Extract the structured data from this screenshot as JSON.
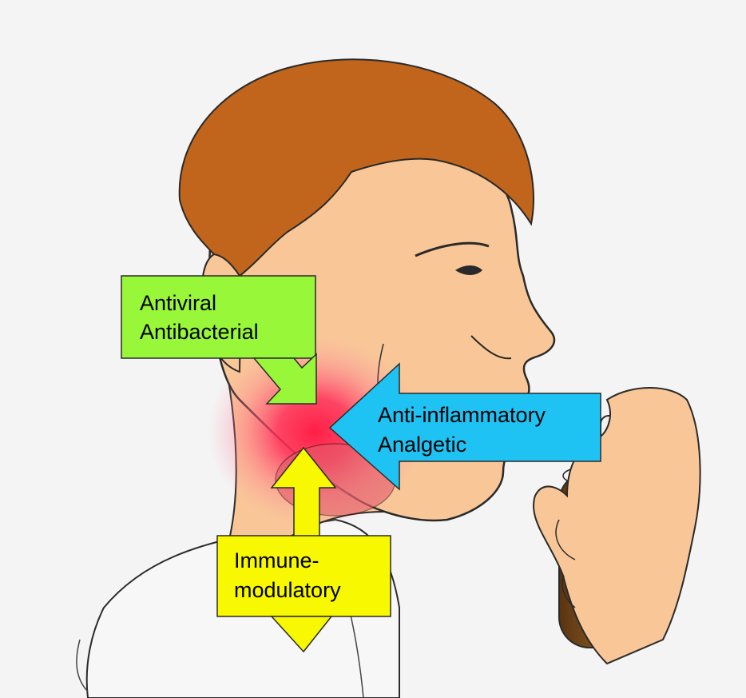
{
  "labels": {
    "green": [
      "Antiviral",
      "Antibacterial"
    ],
    "blue": [
      "Anti-inflammatory",
      "Analgetic"
    ],
    "yellow": [
      "Immune-",
      "modulatory"
    ]
  },
  "colors": {
    "background": "#f4f4f4",
    "skin": "#f9c797",
    "hair": "#c0651b",
    "inflammation": "#ff1e46",
    "green_box": "#98f738",
    "blue_box": "#1ec3f4",
    "yellow_box": "#f8f800",
    "bottle": "#7a4a1c"
  },
  "icons": [
    "throat-inflammation-glow",
    "throat-spray-bottle",
    "hand-icon",
    "head-profile"
  ]
}
